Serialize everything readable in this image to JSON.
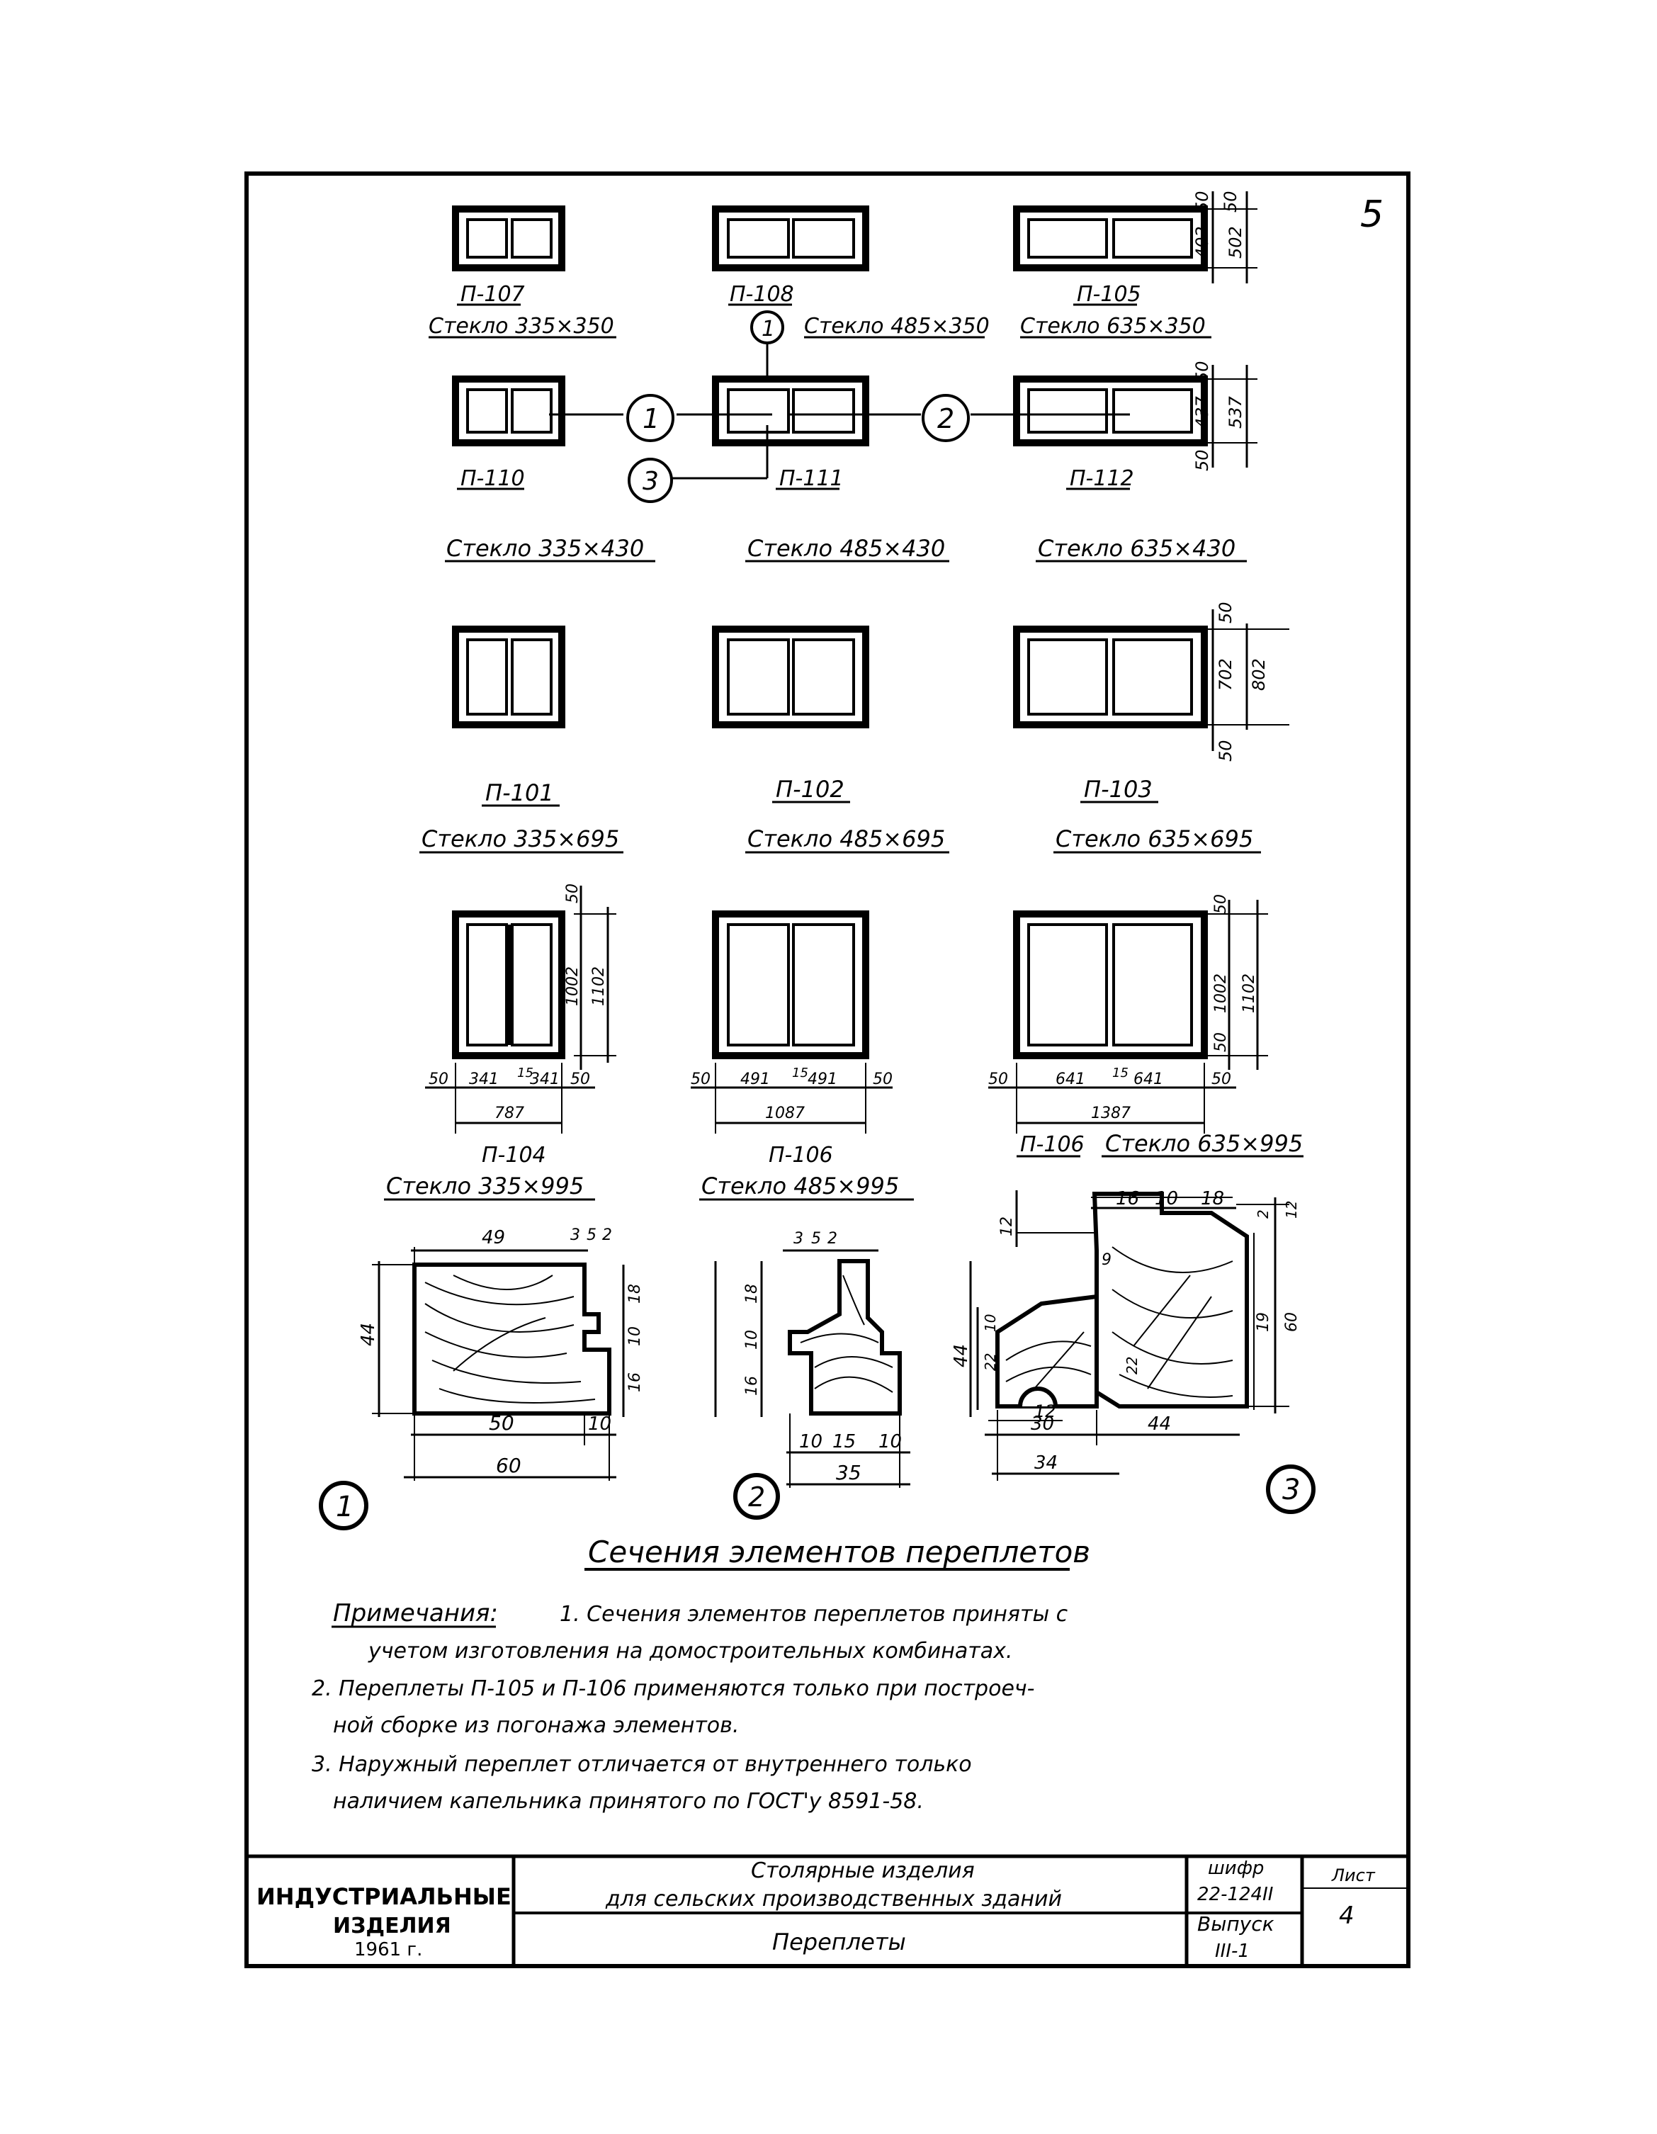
{
  "sheet_number": "5",
  "windows_row1": [
    {
      "mark": "П-107",
      "glass": "Стекло 335×350"
    },
    {
      "mark": "П-108",
      "glass": "Стекло 485×350"
    },
    {
      "mark": "П-105",
      "glass": "Стекло 635×350"
    }
  ],
  "dims_row1": [
    "50",
    "402",
    "502",
    "50"
  ],
  "windows_row2": [
    {
      "mark": "П-110",
      "glass": "Стекло 335×430"
    },
    {
      "mark": "П-111",
      "glass": "Стекло 485×430"
    },
    {
      "mark": "П-112",
      "glass": "Стекло 635×430"
    }
  ],
  "dims_row2": [
    "50",
    "437",
    "537",
    "50"
  ],
  "windows_row3": [
    {
      "mark": "П-101",
      "glass": "Стекло 335×695"
    },
    {
      "mark": "П-102",
      "glass": "Стекло 485×695"
    },
    {
      "mark": "П-103",
      "glass": "Стекло 635×695"
    }
  ],
  "dims_row3": [
    "50",
    "702",
    "802",
    "50"
  ],
  "windows_row4": [
    {
      "mark": "П-104",
      "glass": "Стекло 335×995"
    },
    {
      "mark": "П-106",
      "glass": "Стекло 485×995"
    },
    {
      "mark": "П-106",
      "glass": "Стекло 635×995"
    }
  ],
  "dims_row4": {
    "w1": [
      "50",
      "341",
      "15",
      "341",
      "50",
      "787"
    ],
    "w2": [
      "50",
      "491",
      "15",
      "491",
      "50",
      "1087"
    ],
    "w3": [
      "50",
      "641",
      "15",
      "641",
      "50",
      "1387"
    ],
    "heights": [
      "50",
      "1002",
      "1102",
      "50"
    ]
  },
  "callouts": [
    "1",
    "2",
    "3"
  ],
  "section1_dims": [
    "49",
    "3",
    "5",
    "2",
    "18",
    "10",
    "16",
    "44",
    "50",
    "10",
    "60"
  ],
  "section2_dims": [
    "3",
    "5",
    "2",
    "18",
    "10",
    "16",
    "44",
    "10",
    "15",
    "10",
    "35"
  ],
  "section3_dims": [
    "16",
    "10",
    "18",
    "12",
    "10",
    "9",
    "19",
    "60",
    "12",
    "30",
    "34",
    "44",
    "22",
    "12",
    "2"
  ],
  "sections_title": "Сечения элементов переплетов",
  "notes_label": "Примечания:",
  "notes": [
    "1. Сечения элементов переплетов приняты с",
    "учетом изготовления на домостроительных комбинатах.",
    "2. Переплеты П-105 и П-106 применяются только при построеч-",
    "ной сборке из погонажа элементов.",
    "3. Наружный переплет отличается от внутреннего только",
    "наличием капельника принятого по ГОСТ'у 8591-58."
  ],
  "title_block": {
    "org_line1": "ИНДУСТРИАЛЬНЫЕ",
    "org_line2": "ИЗДЕЛИЯ",
    "year": "1961 г.",
    "title_line1": "Столярные изделия",
    "title_line2": "для сельских производственных зданий",
    "subtitle": "Переплеты",
    "code_label": "шифр",
    "code": "22-124II",
    "issue_label": "Выпуск",
    "issue": "III-1",
    "sheet_label": "Лист",
    "sheet": "4"
  }
}
